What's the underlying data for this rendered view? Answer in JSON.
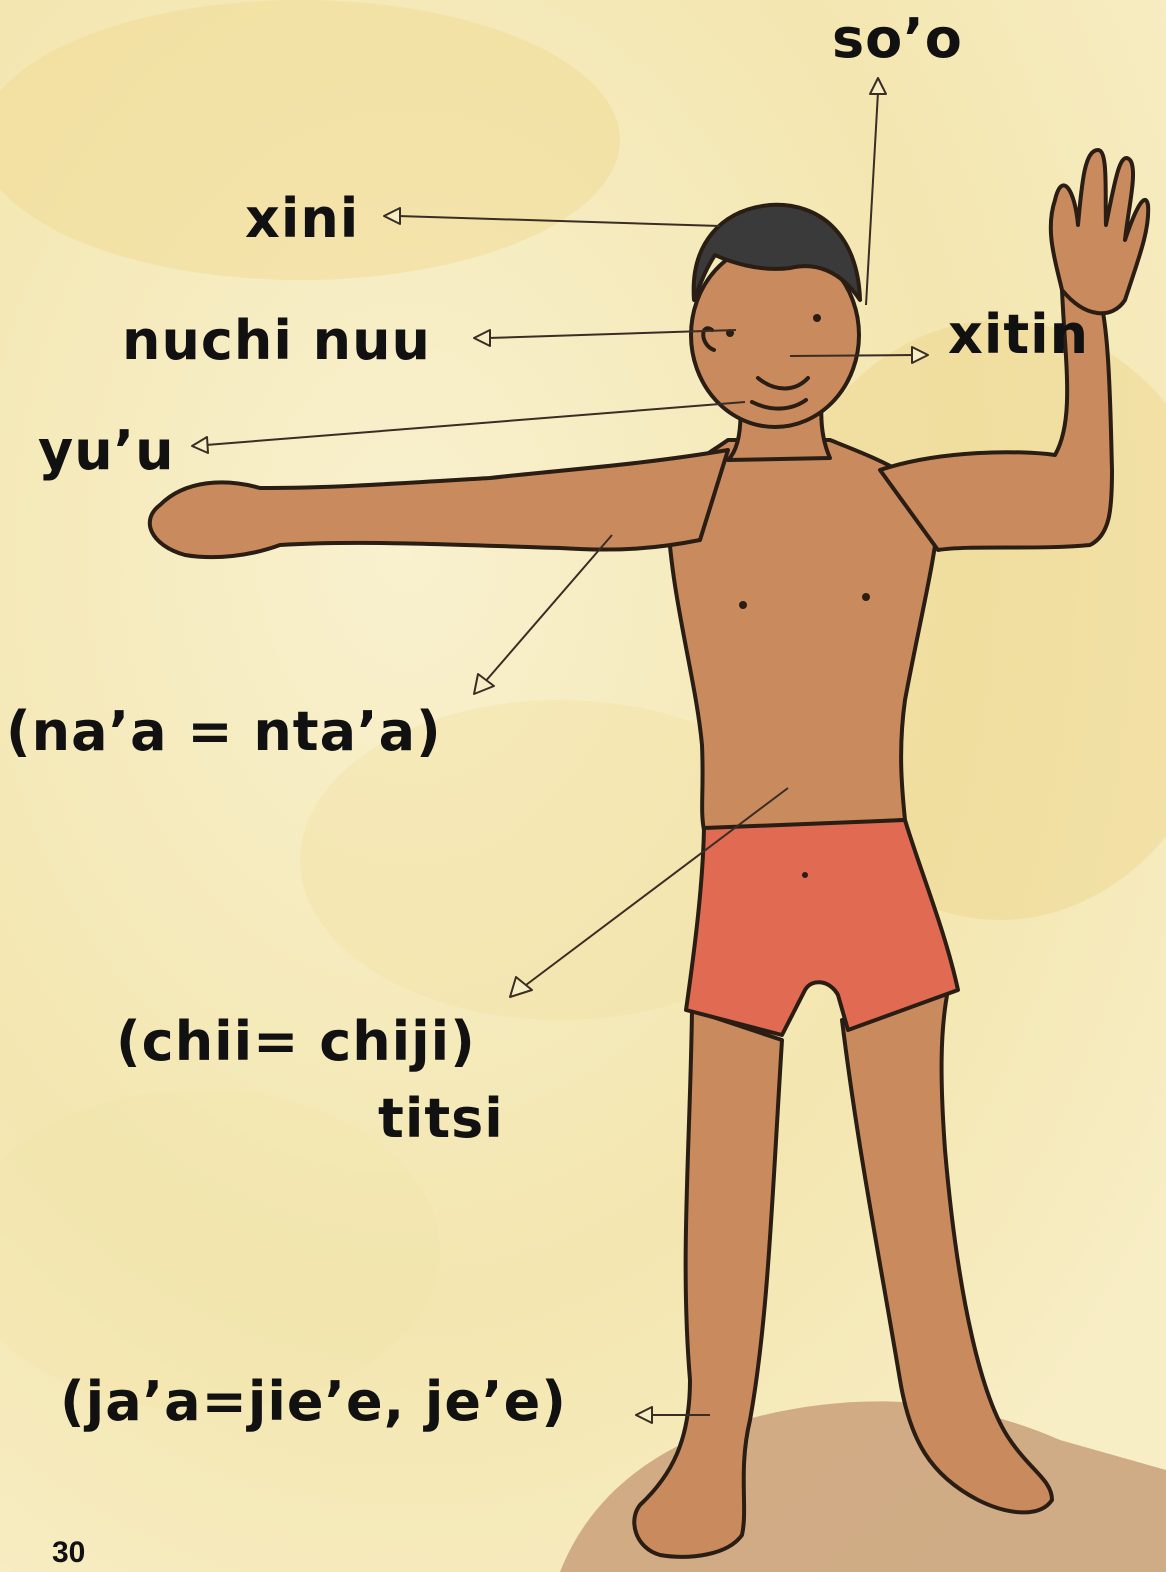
{
  "labels": {
    "soo": "so’o",
    "xini": "xini",
    "nuchi_nuu": "nuchi nuu",
    "xitin": "xitin",
    "yuu": "yu’u",
    "naa": "(na’a = nta’a)",
    "chii": "(chii= chiji)",
    "titsi": "titsi",
    "jaa": "(ja’a=jie’e, je’e)"
  },
  "page_number": "30",
  "colors": {
    "background": "#f6eec4",
    "skin": "#c98a5e",
    "shorts": "#e06a52",
    "hair": "#3a3a3a",
    "ground": "#c9a07a",
    "outline": "#2a1d14"
  }
}
